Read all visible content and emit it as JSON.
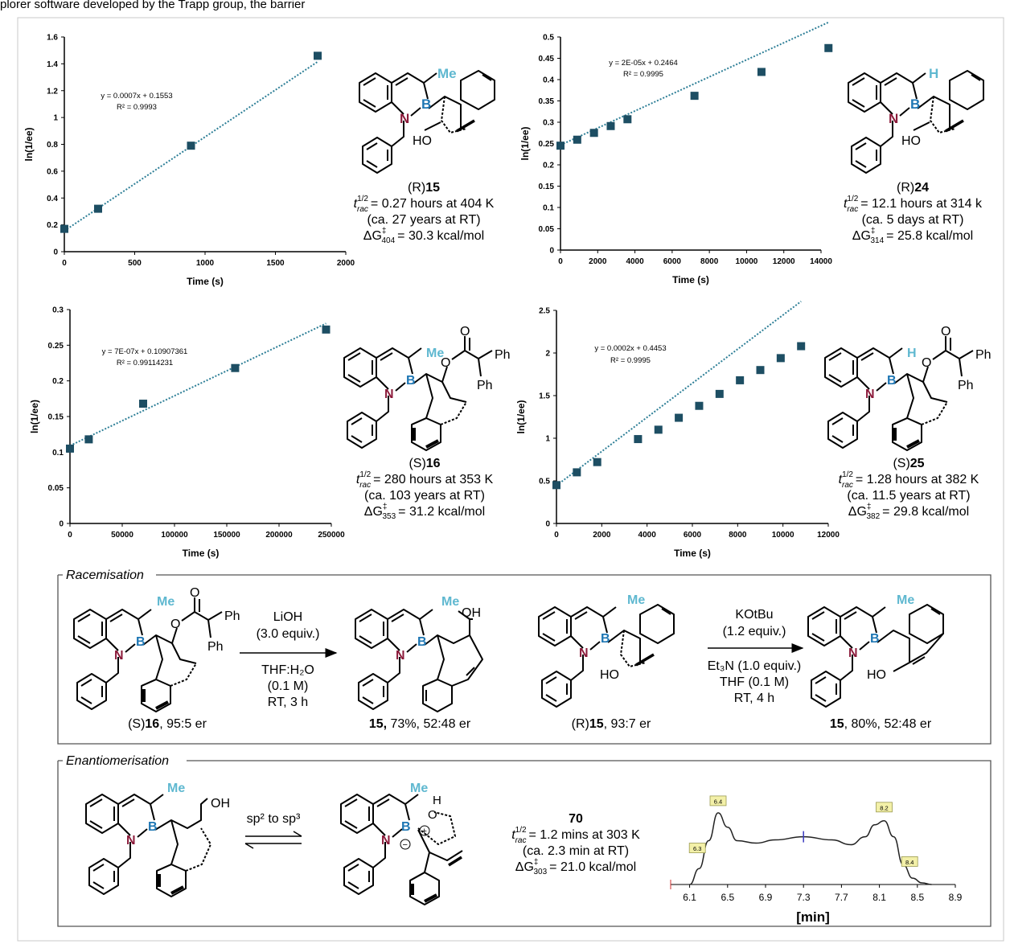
{
  "header_text": "plorer software developed by the Trapp group, the barrier",
  "colors": {
    "marker": "#1d4e63",
    "trend": "#2e7f97",
    "me_label": "#5fb8d0",
    "boron": "#1f77b4",
    "nitrogen": "#8b1a3a",
    "peak_label_bg": "#f3f0a8"
  },
  "chart_data": [
    {
      "type": "scatter",
      "xlabel": "Time (s)",
      "ylabel": "ln(1/ee)",
      "xlim": [
        0,
        2000
      ],
      "ylim": [
        0,
        1.6
      ],
      "xticks": [
        "0",
        "500",
        "1000",
        "1500",
        "2000"
      ],
      "yticks": [
        "0",
        "0.2",
        "0.4",
        "0.6",
        "0.8",
        "1",
        "1.2",
        "1.4",
        "1.6"
      ],
      "x": [
        0,
        240,
        900,
        1800
      ],
      "y": [
        0.17,
        0.32,
        0.79,
        1.46
      ],
      "trendline": {
        "slope": 0.0007,
        "intercept": 0.1553
      },
      "equation": "y = 0.0007x + 0.1553",
      "r2": "R² = 0.9993",
      "compound": {
        "config": "(R)",
        "number": "15",
        "top_label": "Me",
        "t_value": "= 0.27 hours at 404 K",
        "rt": "(ca. 27 years at RT)",
        "dg_sub": "404",
        "dg_value": "= 30.3 kcal/mol"
      }
    },
    {
      "type": "scatter",
      "xlabel": "Time (s)",
      "ylabel": "ln(1/ee)",
      "xlim": [
        0,
        14000
      ],
      "ylim": [
        0,
        0.5
      ],
      "xticks": [
        "0",
        "2000",
        "4000",
        "6000",
        "8000",
        "10000",
        "12000",
        "14000"
      ],
      "yticks": [
        "0",
        "0.05",
        "0.1",
        "0.15",
        "0.2",
        "0.25",
        "0.3",
        "0.35",
        "0.4",
        "0.45",
        "0.5"
      ],
      "x": [
        0,
        900,
        1800,
        2700,
        3600,
        7200,
        10800,
        14400
      ],
      "y": [
        0.245,
        0.259,
        0.275,
        0.291,
        0.307,
        0.362,
        0.418,
        0.474
      ],
      "trendline": {
        "slope": 2e-05,
        "intercept": 0.2464
      },
      "equation": "y = 2E-05x + 0.2464",
      "r2": "R² = 0.9995",
      "compound": {
        "config": "(R)",
        "number": "24",
        "top_label": "H",
        "t_value": "= 12.1 hours at 314 k",
        "rt": "(ca. 5 days at RT)",
        "dg_sub": "314",
        "dg_value": "= 25.8 kcal/mol"
      }
    },
    {
      "type": "scatter",
      "xlabel": "Time (s)",
      "ylabel": "ln(1/ee)",
      "xlim": [
        0,
        250000
      ],
      "ylim": [
        0,
        0.3
      ],
      "xticks": [
        "0",
        "50000",
        "100000",
        "150000",
        "200000",
        "250000"
      ],
      "yticks": [
        "0",
        "0.05",
        "0.1",
        "0.15",
        "0.2",
        "0.25",
        "0.3"
      ],
      "x": [
        0,
        18000,
        70000,
        158000,
        245000
      ],
      "y": [
        0.105,
        0.118,
        0.168,
        0.218,
        0.272
      ],
      "trendline": {
        "slope": 7e-07,
        "intercept": 0.10907361
      },
      "equation": "y = 7E-07x + 0.10907361",
      "r2": "R² = 0.99114231",
      "compound": {
        "config": "(S)",
        "number": "16",
        "top_label": "Me",
        "t_value": "= 280 hours at 353 K",
        "rt": "(ca. 103 years at RT)",
        "dg_sub": "353",
        "dg_value": "= 31.2 kcal/mol"
      }
    },
    {
      "type": "scatter",
      "xlabel": "Time (s)",
      "ylabel": "ln(1/ee)",
      "xlim": [
        0,
        12000
      ],
      "ylim": [
        0,
        2.5
      ],
      "xticks": [
        "0",
        "2000",
        "4000",
        "6000",
        "8000",
        "10000",
        "12000"
      ],
      "yticks": [
        "0",
        "0.5",
        "1",
        "1.5",
        "2",
        "2.5"
      ],
      "x": [
        0,
        900,
        1800,
        3600,
        4500,
        5400,
        6300,
        7200,
        8100,
        9000,
        9900,
        10800
      ],
      "y": [
        0.45,
        0.6,
        0.72,
        0.99,
        1.1,
        1.24,
        1.38,
        1.52,
        1.68,
        1.8,
        1.94,
        2.08
      ],
      "trendline": {
        "slope": 0.0002,
        "intercept": 0.4453
      },
      "equation": "y = 0.0002x + 0.4453",
      "r2": "R² = 0.9995",
      "compound": {
        "config": "(S)",
        "number": "25",
        "top_label": "H",
        "t_value": "= 1.28 hours at 382 K",
        "rt": "(ca. 11.5 years at RT)",
        "dg_sub": "382",
        "dg_value": "= 29.8 kcal/mol"
      }
    },
    {
      "type": "line",
      "xlabel": "[min]",
      "xlim": [
        5.9,
        8.9
      ],
      "xticks": [
        "6.1",
        "6.5",
        "6.9",
        "7.3",
        "7.7",
        "8.1",
        "8.5",
        "8.9"
      ],
      "x": [
        6.1,
        6.2,
        6.3,
        6.4,
        6.5,
        6.6,
        6.8,
        7.0,
        7.3,
        7.6,
        7.8,
        7.95,
        8.05,
        8.15,
        8.25,
        8.35,
        8.45,
        8.55,
        8.65
      ],
      "y": [
        0.0,
        0.2,
        0.55,
        0.9,
        0.72,
        0.55,
        0.52,
        0.56,
        0.6,
        0.56,
        0.5,
        0.6,
        0.75,
        0.8,
        0.6,
        0.25,
        0.08,
        0.02,
        0.0
      ],
      "peak_labels": [
        {
          "text": "6.4",
          "x": 6.4,
          "y": 0.9
        },
        {
          "text": "6.3",
          "x": 6.3,
          "y": 0.55
        },
        {
          "text": "8.2",
          "x": 8.15,
          "y": 0.8
        },
        {
          "text": "8.4",
          "x": 8.3,
          "y": 0.4
        }
      ]
    }
  ],
  "racemisation": {
    "title": "Racemisation",
    "reaction1": {
      "top_label": "Me",
      "ph_a": "Ph",
      "ph_b": "Ph",
      "reagent": "LiOH",
      "equiv": "(3.0 equiv.)",
      "solvent": "THF:H₂O",
      "conc": "(0.1 M)",
      "cond": "RT, 3 h",
      "sm_config": "(S)",
      "sm_number": "16",
      "sm_er": ", 95:5 er",
      "p_top_label": "Me",
      "p_oh": "OH",
      "p_number": "15,",
      "p_rest": " 73%, 52:48 er"
    },
    "reaction2": {
      "top_label": "Me",
      "ho": "HO",
      "reagent": "KOtBu",
      "equiv": "(1.2 equiv.)",
      "base": "Et₃N  (1.0 equiv.)",
      "solvent": "THF (0.1 M)",
      "cond": "RT, 4 h",
      "sm_config": "(R)",
      "sm_number": "15",
      "sm_er": ", 93:7 er",
      "p_top_label": "Me",
      "p_ho": "HO",
      "p_number": "15",
      "p_rest": ", 80%, 52:48 er"
    }
  },
  "enantiomerisation": {
    "title": "Enantiomerisation",
    "top_label": "Me",
    "oh": "OH",
    "arrow_label": "sp² to sp³",
    "ts_label": "Me",
    "ts_h": "H",
    "ts_o": "O",
    "compound_number": "70",
    "t_value": "= 1.2 mins at 303 K",
    "rt": "(ca. 2.3 min at RT)",
    "dg_sub": "303",
    "dg_value": "= 21.0 kcal/mol"
  },
  "atom_labels": {
    "N": "N",
    "B": "B",
    "HO": "HO",
    "O": "O"
  }
}
